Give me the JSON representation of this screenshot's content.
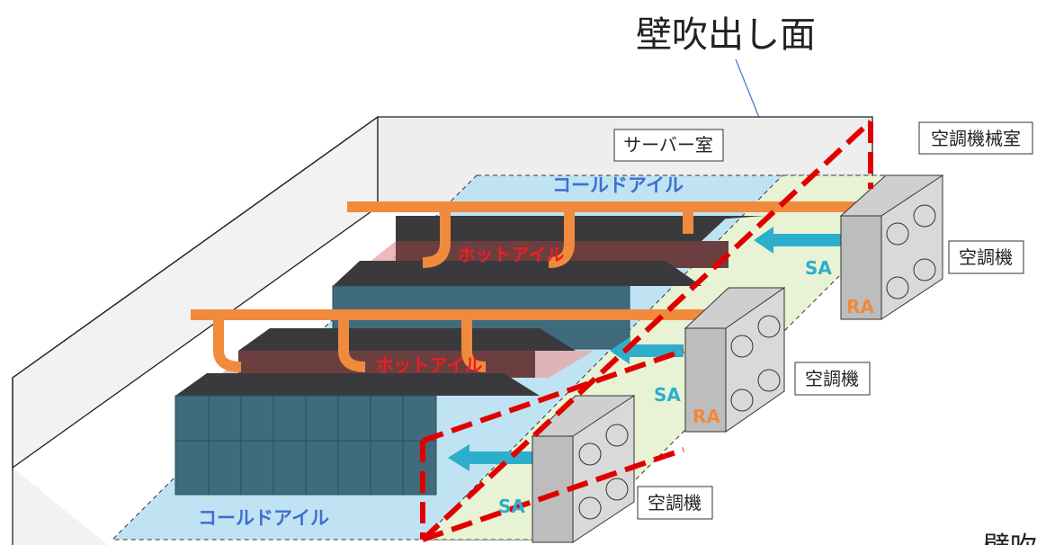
{
  "title": "壁吹出し面",
  "rooms": {
    "server_room": "サーバー室",
    "ac_room": "空調機械室"
  },
  "aisles": {
    "cold_top": "コールドアイル",
    "cold_bottom": "コールドアイル",
    "hot_1": "ホットアイル",
    "hot_2": "ホットアイル"
  },
  "units": [
    {
      "label": "空調機",
      "supply": "SA",
      "return": "RA"
    },
    {
      "label": "空調機",
      "supply": "SA",
      "return": "RA"
    },
    {
      "label": "空調機",
      "supply": "SA"
    }
  ],
  "clipped_text": "壁吹",
  "colors": {
    "cold_aisle": "#bfe3f2",
    "ac_room_floor": "#e7f3d4",
    "rack": "#3f6b7d",
    "rack_top": "#3a3a3c",
    "hot_aisle": "#e6a7a7",
    "airflow": "#f08a3c",
    "supply": "#2eaecd",
    "wall_plane": "#e00000"
  }
}
